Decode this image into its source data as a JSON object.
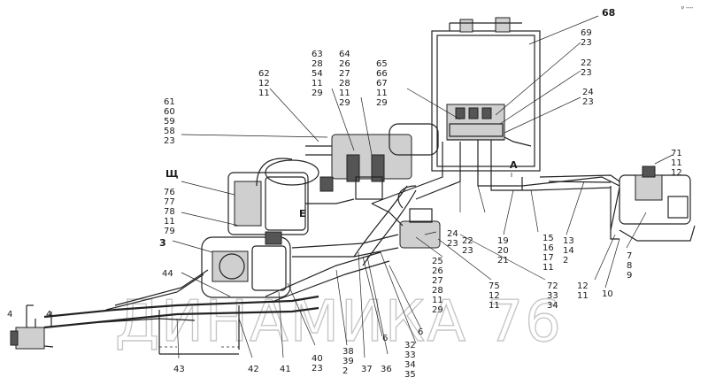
{
  "watermark": "ДИНАМИКА 76",
  "corner_mark": "ᵖ᠁",
  "callouts": [
    "68",
    "69",
    "23",
    "22",
    "23",
    "24",
    "23",
    "65",
    "66",
    "67",
    "11",
    "29",
    "64",
    "26",
    "27",
    "28",
    "11",
    "29",
    "63",
    "28",
    "54",
    "11",
    "29",
    "62",
    "12",
    "11",
    "61",
    "60",
    "59",
    "58",
    "23",
    "Щ",
    "76",
    "77",
    "78",
    "11",
    "79",
    "3",
    "44",
    "71",
    "11",
    "12",
    "A",
    "E",
    "24",
    "23",
    "22",
    "23",
    "19",
    "20",
    "21",
    "15",
    "16",
    "17",
    "11",
    "13",
    "14",
    "2",
    "12",
    "11",
    "10",
    "7",
    "8",
    "9",
    "72",
    "33",
    "34",
    "75",
    "12",
    "11",
    "25",
    "26",
    "27",
    "28",
    "11",
    "29",
    "6",
    "6",
    "32",
    "33",
    "34",
    "35",
    "38",
    "39",
    "2",
    "37",
    "36",
    "40",
    "23",
    "41",
    "42",
    "43",
    "4",
    "4"
  ]
}
